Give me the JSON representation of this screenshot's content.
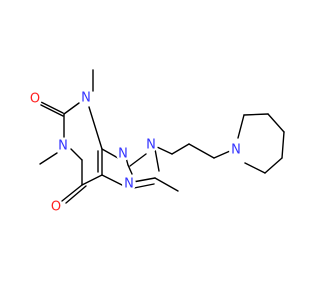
{
  "colors": {
    "bond": "#000000",
    "nitrogen": "#3333ff",
    "oxygen": "#ff2020",
    "background": "#ffffff"
  },
  "atoms": {
    "o_top": "O",
    "o_bottom": "O",
    "n1": "N",
    "n3": "N",
    "n7": "N",
    "n9": "N",
    "n_imid": "N",
    "n_azepane": "N"
  }
}
